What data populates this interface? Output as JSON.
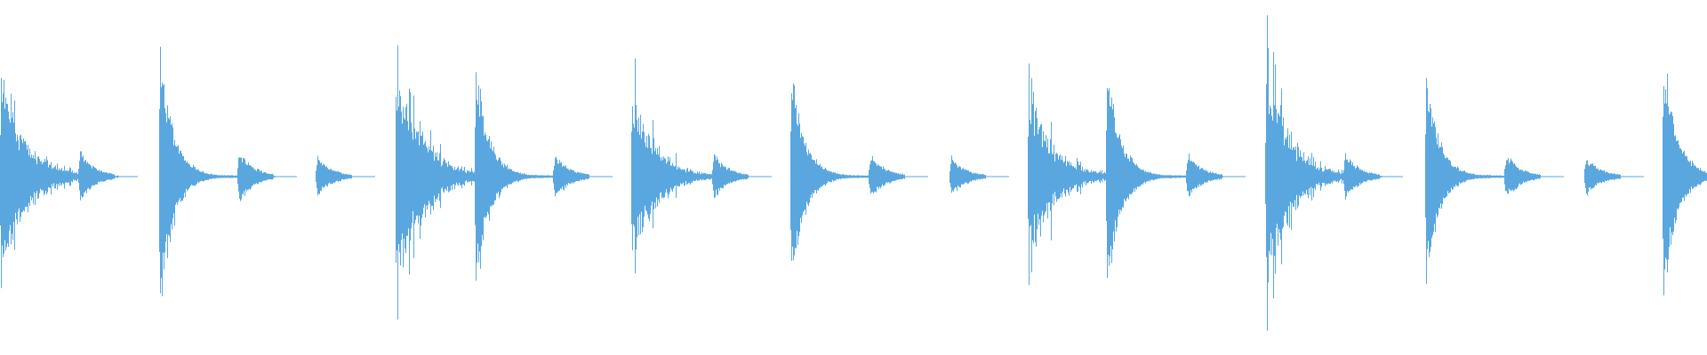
{
  "waveform": {
    "color": "#5aa7e0",
    "background": "#ffffff",
    "hits": [
      {
        "time": 0.0,
        "peak": 0.8,
        "decay": 0.55,
        "noise": 0.35,
        "pattern": "busy"
      },
      {
        "time": 0.046,
        "peak": 0.18,
        "decay": 0.45,
        "noise": 0.1,
        "pattern": "tail"
      },
      {
        "time": 0.093,
        "peak": 0.88,
        "decay": 0.45,
        "noise": 0.18,
        "pattern": "strong"
      },
      {
        "time": 0.139,
        "peak": 0.18,
        "decay": 0.45,
        "noise": 0.1,
        "pattern": "tail"
      },
      {
        "time": 0.185,
        "peak": 0.14,
        "decay": 0.4,
        "noise": 0.08,
        "pattern": "tail"
      },
      {
        "time": 0.232,
        "peak": 0.96,
        "decay": 0.45,
        "noise": 0.35,
        "pattern": "busy"
      },
      {
        "time": 0.278,
        "peak": 0.78,
        "decay": 0.45,
        "noise": 0.18,
        "pattern": "strong"
      },
      {
        "time": 0.324,
        "peak": 0.16,
        "decay": 0.45,
        "noise": 0.1,
        "pattern": "tail"
      },
      {
        "time": 0.37,
        "peak": 0.62,
        "decay": 0.55,
        "noise": 0.35,
        "pattern": "busy"
      },
      {
        "time": 0.417,
        "peak": 0.16,
        "decay": 0.45,
        "noise": 0.1,
        "pattern": "tail"
      },
      {
        "time": 0.463,
        "peak": 0.72,
        "decay": 0.45,
        "noise": 0.18,
        "pattern": "strong"
      },
      {
        "time": 0.509,
        "peak": 0.16,
        "decay": 0.45,
        "noise": 0.1,
        "pattern": "tail"
      },
      {
        "time": 0.556,
        "peak": 0.14,
        "decay": 0.4,
        "noise": 0.08,
        "pattern": "tail"
      },
      {
        "time": 0.602,
        "peak": 0.68,
        "decay": 0.55,
        "noise": 0.35,
        "pattern": "busy"
      },
      {
        "time": 0.648,
        "peak": 0.78,
        "decay": 0.45,
        "noise": 0.18,
        "pattern": "strong"
      },
      {
        "time": 0.695,
        "peak": 0.16,
        "decay": 0.45,
        "noise": 0.1,
        "pattern": "tail"
      },
      {
        "time": 0.741,
        "peak": 0.8,
        "decay": 0.55,
        "noise": 0.35,
        "pattern": "busy"
      },
      {
        "time": 0.787,
        "peak": 0.16,
        "decay": 0.45,
        "noise": 0.1,
        "pattern": "tail"
      },
      {
        "time": 0.835,
        "peak": 0.7,
        "decay": 0.45,
        "noise": 0.18,
        "pattern": "strong"
      },
      {
        "time": 0.881,
        "peak": 0.16,
        "decay": 0.45,
        "noise": 0.1,
        "pattern": "tail"
      },
      {
        "time": 0.928,
        "peak": 0.14,
        "decay": 0.4,
        "noise": 0.08,
        "pattern": "tail"
      },
      {
        "time": 0.974,
        "peak": 0.82,
        "decay": 0.45,
        "noise": 0.18,
        "pattern": "strong"
      }
    ]
  }
}
